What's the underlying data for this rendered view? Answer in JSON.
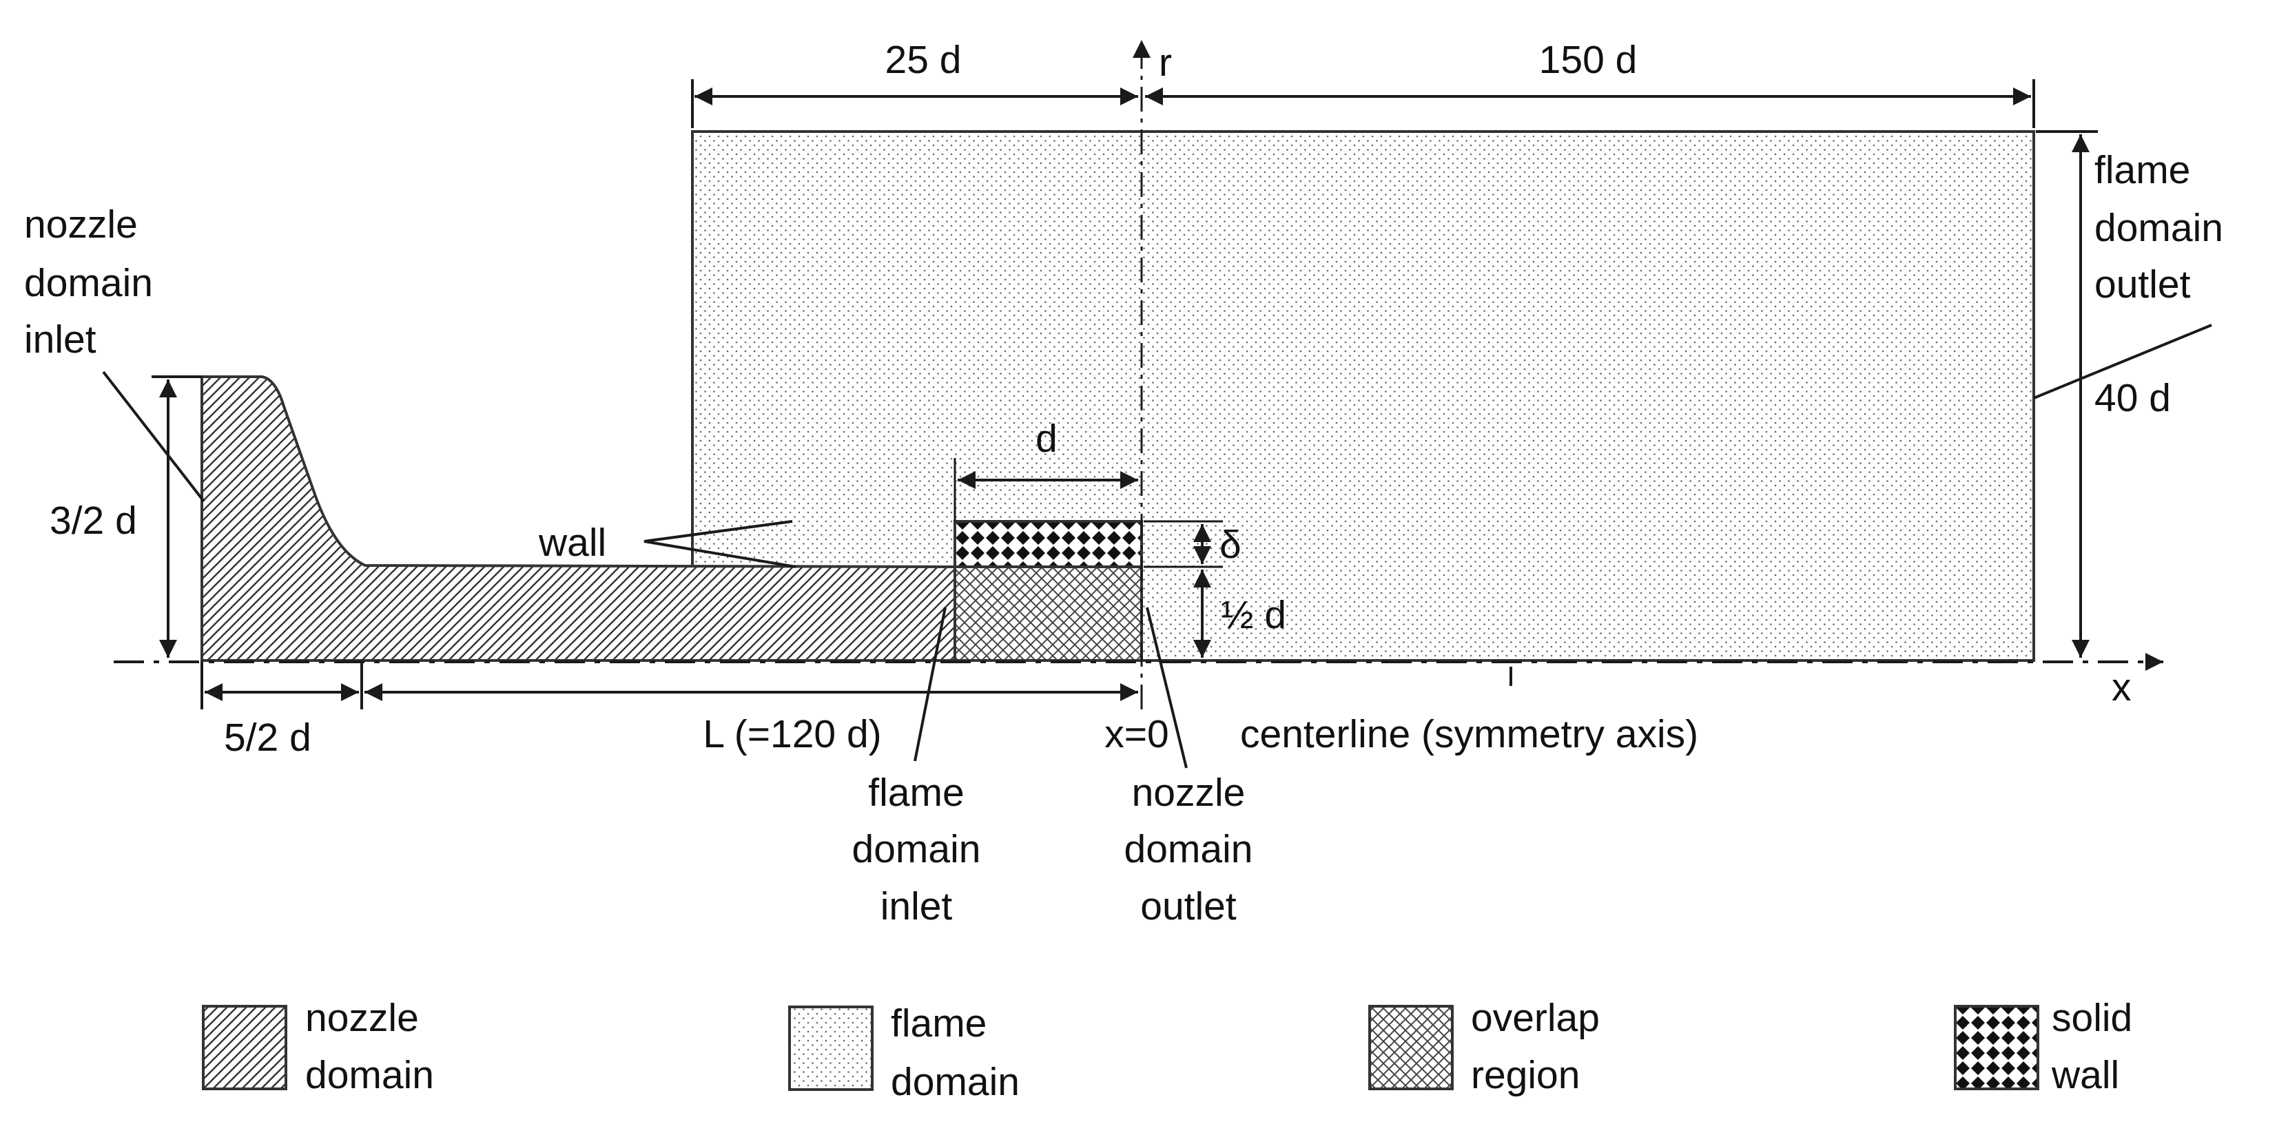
{
  "diagram": {
    "labels": {
      "dim_25d": "25 d",
      "dim_150d": "150 d",
      "axis_r": "r",
      "axis_x": "x",
      "flame_outlet_1": "flame",
      "flame_outlet_2": "domain",
      "flame_outlet_3": "outlet",
      "dim_40d": "40 d",
      "nozzle_inlet_1": "nozzle",
      "nozzle_inlet_2": "domain",
      "nozzle_inlet_3": "inlet",
      "dim_3_2d": "3/2 d",
      "wall": "wall",
      "dim_d": "d",
      "dim_delta": "δ",
      "dim_half_d": "½ d",
      "dim_5_2d": "5/2  d",
      "dim_L": "L (=120 d)",
      "x_zero": "x=0",
      "centerline": "centerline (symmetry axis)",
      "flame_inlet_1": "flame",
      "flame_inlet_2": "domain",
      "flame_inlet_3": "inlet",
      "nozzle_outlet_1": "nozzle",
      "nozzle_outlet_2": "domain",
      "nozzle_outlet_3": "outlet"
    },
    "legend": [
      {
        "pattern": "diagonal-hatch",
        "line1": "nozzle",
        "line2": "domain"
      },
      {
        "pattern": "dots",
        "line1": "flame",
        "line2": "domain"
      },
      {
        "pattern": "crosshatch",
        "line1": "overlap",
        "line2": "region"
      },
      {
        "pattern": "checker",
        "line1": "solid",
        "line2": "wall"
      }
    ]
  }
}
